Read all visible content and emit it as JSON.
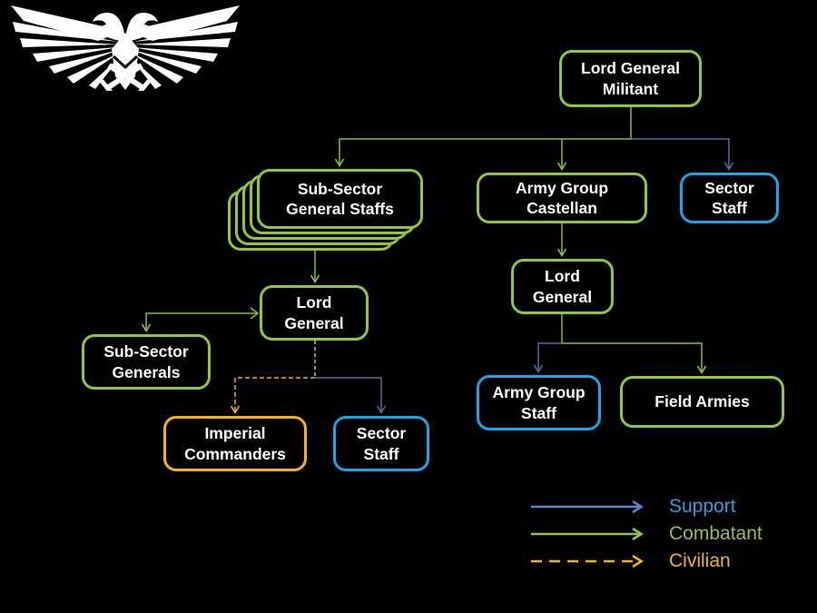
{
  "logo": {
    "icon": "imperial-aquila",
    "description": "double-headed eagle emblem"
  },
  "colors": {
    "background": "#000000",
    "combatant_green": "#8DC63F",
    "support_box_blue": "#1FA3E8",
    "support_line_blue": "#4E6FA3",
    "civilian_gold": "#F2B01E",
    "text": "#FFFFFF",
    "legend_support_text": "#2D9FD8",
    "legend_combatant_text": "#97BE4A",
    "legend_civilian_text": "#EFB41F"
  },
  "nodes": [
    {
      "id": "lord-general-militant",
      "lines": [
        "Lord General",
        "Militant"
      ],
      "type": "combatant"
    },
    {
      "id": "sub-sector-general-staffs",
      "lines": [
        "Sub-Sector",
        "General Staffs"
      ],
      "type": "combatant",
      "stacked": true
    },
    {
      "id": "army-group-castellan",
      "lines": [
        "Army Group",
        "Castellan"
      ],
      "type": "combatant"
    },
    {
      "id": "sector-staff-top",
      "lines": [
        "Sector",
        "Staff"
      ],
      "type": "support"
    },
    {
      "id": "lord-general-west",
      "lines": [
        "Lord",
        "General"
      ],
      "type": "combatant"
    },
    {
      "id": "sub-sector-generals",
      "lines": [
        "Sub-Sector",
        "Generals"
      ],
      "type": "combatant"
    },
    {
      "id": "imperial-commanders",
      "lines": [
        "Imperial",
        "Commanders"
      ],
      "type": "civilian"
    },
    {
      "id": "sector-staff-west",
      "lines": [
        "Sector",
        "Staff"
      ],
      "type": "support"
    },
    {
      "id": "lord-general-east",
      "lines": [
        "Lord",
        "General"
      ],
      "type": "combatant"
    },
    {
      "id": "army-group-staff",
      "lines": [
        "Army Group",
        "Staff"
      ],
      "type": "support"
    },
    {
      "id": "field-armies",
      "lines": [
        "Field Armies"
      ],
      "type": "combatant"
    }
  ],
  "edges": [
    {
      "from": "lord-general-militant",
      "to": "sub-sector-general-staffs",
      "type": "combatant"
    },
    {
      "from": "lord-general-militant",
      "to": "army-group-castellan",
      "type": "combatant"
    },
    {
      "from": "lord-general-militant",
      "to": "sector-staff-top",
      "type": "support"
    },
    {
      "from": "sub-sector-general-staffs",
      "to": "lord-general-west",
      "type": "combatant"
    },
    {
      "from": "lord-general-west",
      "to": "sub-sector-generals",
      "type": "combatant",
      "double_headed": true
    },
    {
      "from": "lord-general-west",
      "to": "imperial-commanders",
      "type": "civilian"
    },
    {
      "from": "lord-general-west",
      "to": "sector-staff-west",
      "type": "support"
    },
    {
      "from": "army-group-castellan",
      "to": "lord-general-east",
      "type": "combatant"
    },
    {
      "from": "lord-general-east",
      "to": "army-group-staff",
      "type": "support"
    },
    {
      "from": "lord-general-east",
      "to": "field-armies",
      "type": "combatant"
    }
  ],
  "legend": {
    "items": [
      {
        "label": "Support",
        "style": "solid",
        "color": "#5B83C8"
      },
      {
        "label": "Combatant",
        "style": "solid",
        "color": "#8DC63F"
      },
      {
        "label": "Civilian",
        "style": "dashed",
        "color": "#F0B41E"
      }
    ]
  }
}
